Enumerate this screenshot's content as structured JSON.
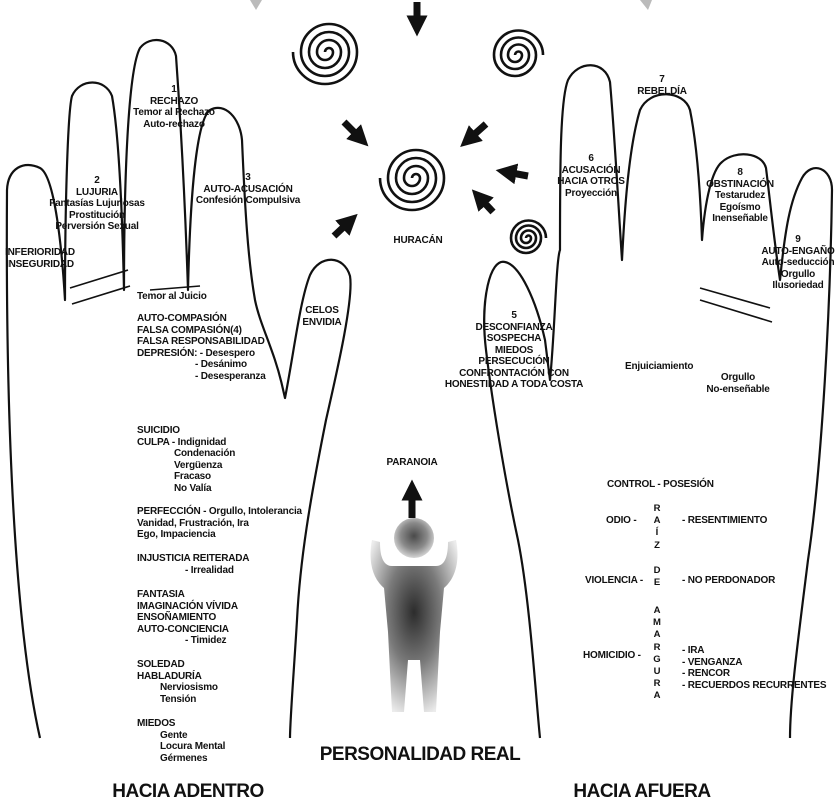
{
  "center": {
    "huracan": "HURACÁN",
    "paranoia": "PARANOIA",
    "title": "PERSONALIDAD REAL"
  },
  "left_hand": {
    "footer": "HACIA ADENTRO",
    "finger1": [
      "1",
      "RECHAZO",
      "Temor al Rechazo",
      "Auto-rechazo"
    ],
    "finger2": [
      "2",
      "LUJURIA",
      "Fantasías Lujuriosas",
      "Prostitución",
      "Perversión Sexual"
    ],
    "finger3": [
      "3",
      "AUTO-ACUSACIÓN",
      "Confesión Compulsiva"
    ],
    "thumb_outer": [
      "INFERIORIDAD",
      "INSEGURIDAD"
    ],
    "thumb_inner": [
      "CELOS",
      "ENVIDIA"
    ],
    "palm_top": "Temor al Juicio",
    "palm_groups": [
      [
        "AUTO-COMPASIÓN",
        "FALSA COMPASIÓN(4)",
        "FALSA RESPONSABILIDAD",
        "DEPRESIÓN: - Desespero",
        "- Desánimo",
        "- Desesperanza"
      ],
      [
        "SUICIDIO",
        "CULPA - Indignidad",
        "Condenación",
        "Vergüenza",
        "Fracaso",
        "No Valía"
      ],
      [
        "PERFECCIÓN - Orgullo, Intolerancia",
        "Vanidad, Frustración, Ira",
        "Ego, Impaciencia"
      ],
      [
        "INJUSTICIA REITERADA",
        "- Irrealidad"
      ],
      [
        "FANTASIA",
        "IMAGINACIÓN VÍVIDA",
        "ENSOÑAMIENTO",
        "AUTO-CONCIENCIA",
        "- Timidez"
      ],
      [
        "SOLEDAD",
        "HABLADURÍA",
        "Nerviosismo",
        "Tensión"
      ],
      [
        "MIEDOS",
        "Gente",
        "Locura Mental",
        "Gérmenes"
      ]
    ]
  },
  "right_hand": {
    "footer": "HACIA AFUERA",
    "finger5": [
      "5",
      "DESCONFIANZA",
      "SOSPECHA",
      "MIEDOS",
      "PERSECUCIÓN",
      "CONFRONTACIÓN CON",
      "HONESTIDAD A TODA COSTA"
    ],
    "finger6": [
      "6",
      "ACUSACIÓN",
      "HACIA OTROS",
      "Proyección"
    ],
    "finger7": [
      "7",
      "REBELDÍA"
    ],
    "finger8": [
      "8",
      "OBSTINACIÓN",
      "Testarudez",
      "Egoísmo",
      "Inenseñable"
    ],
    "finger9": [
      "9",
      "AUTO-ENGAÑO",
      "Auto-seducción",
      "Orgullo",
      "Ilusoriedad"
    ],
    "enjuiciamiento": "Enjuiciamiento",
    "orgullo": [
      "Orgullo",
      "No-enseñable"
    ],
    "control": "CONTROL - POSESIÓN",
    "odio": "ODIO -",
    "resentimiento": "- RESENTIMIENTO",
    "violencia": "VIOLENCIA -",
    "no_perdonador": "- NO PERDONADOR",
    "homicidio": "HOMICIDIO -",
    "homicidio_list": [
      "- IRA",
      "- VENGANZA",
      "- RENCOR",
      "- RECUERDOS RECURRENTES"
    ],
    "vertical_raiz": [
      "R",
      "A",
      "Í",
      "Z"
    ],
    "vertical_de": [
      "D",
      "E"
    ],
    "vertical_amargura": [
      "A",
      "M",
      "A",
      "R",
      "G",
      "U",
      "R",
      "A"
    ]
  }
}
